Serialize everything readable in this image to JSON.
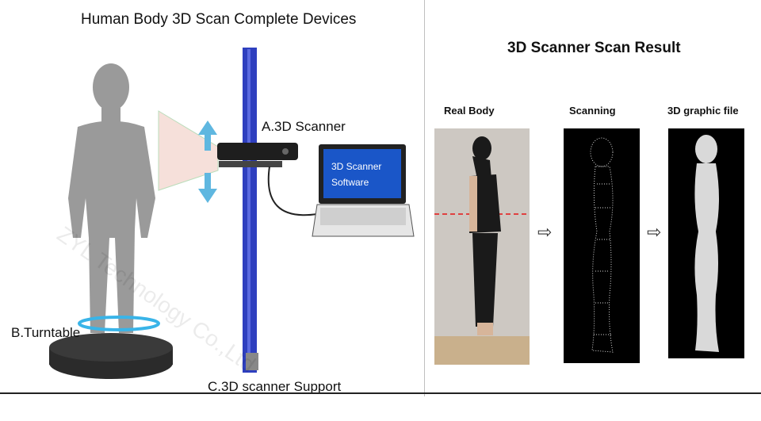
{
  "left": {
    "title": "Human  Body 3D Scan Complete Devices",
    "scanner_label": "A.3D Scanner",
    "turntable_label": "B.Turntable",
    "support_label": "C.3D scanner Support",
    "laptop_screen_line1": "3D Scanner",
    "laptop_screen_line2": "Software",
    "watermark": "ZYL Technology Co.,Ltd"
  },
  "right": {
    "title": "3D Scanner Scan Result",
    "col1": "Real Body",
    "col2": "Scanning",
    "col3": "3D graphic file"
  },
  "colors": {
    "pole": "#2e3fbf",
    "silhouette": "#9a9a9a",
    "turntable": "#2b2b2b",
    "screen": "#1a56c8"
  }
}
